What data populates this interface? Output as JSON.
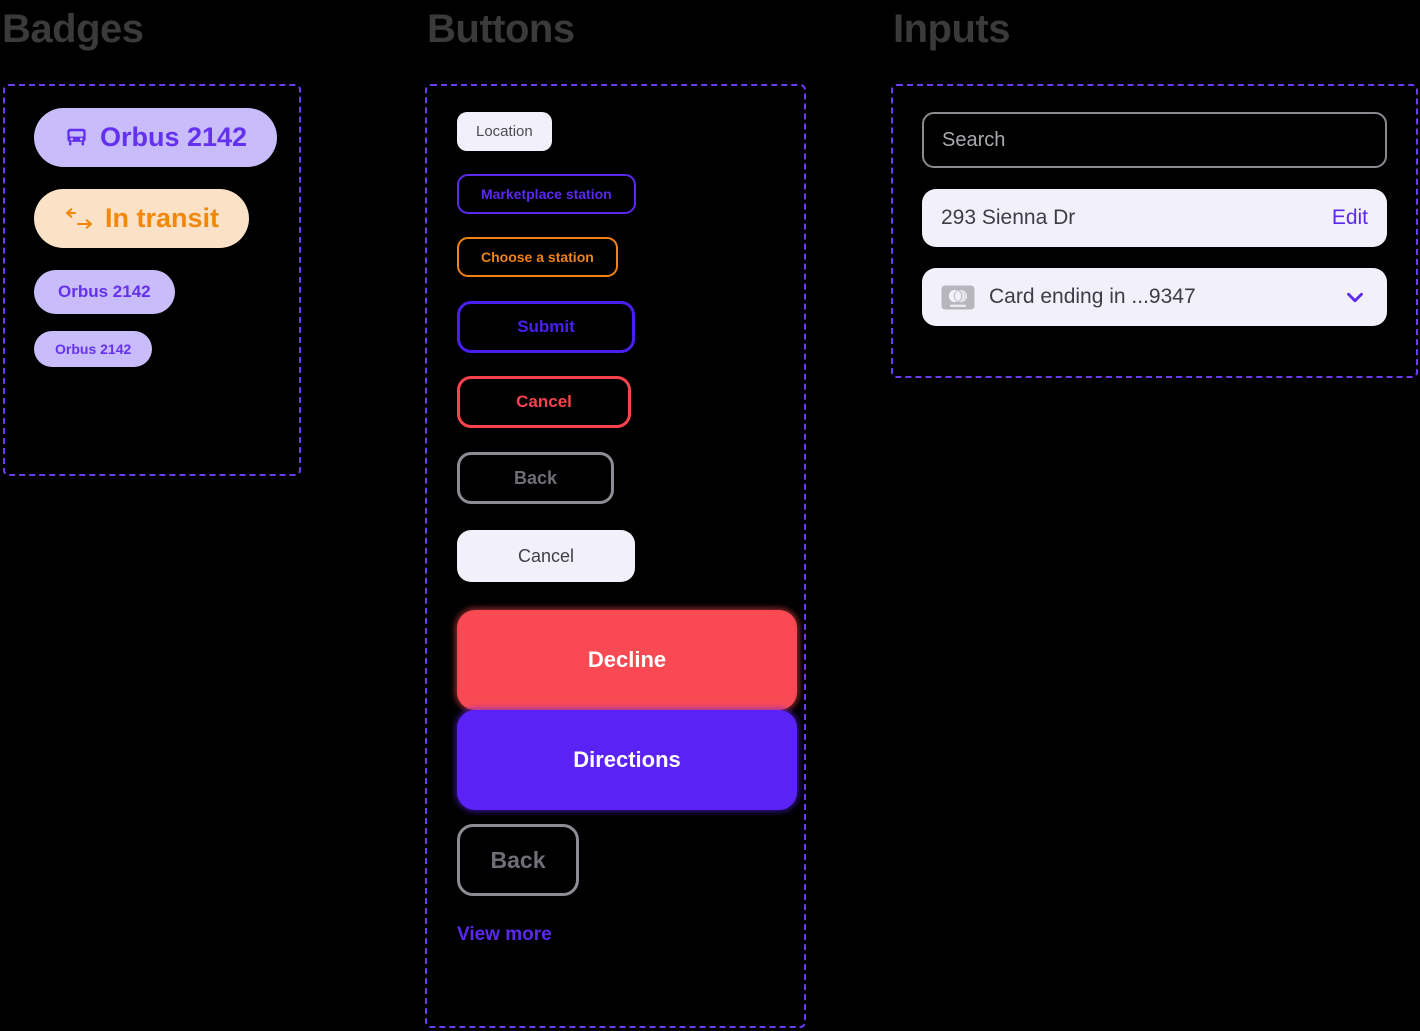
{
  "theme": {
    "background": "#000000",
    "heading_color": "#3a3a3a",
    "dashed_border": "#6c3cf4",
    "purple": "#5b28ee",
    "purple_deep": "#4a1ef0",
    "purple_solid": "#5a22f5",
    "purple_soft_bg": "#c9bcfb",
    "purple_text": "#6431f0",
    "orange": "#f08215",
    "orange_soft_bg": "#fbe2c7",
    "orange_text": "#f2870d",
    "red": "#f9424f",
    "red_solid": "#f94a54",
    "gray_border": "#8c8c93",
    "gray_text": "#6e6e76",
    "chip_bg": "#f2f0fa"
  },
  "badges": {
    "title": "Badges",
    "items": [
      {
        "label": "Orbus 2142",
        "icon": "bus-icon",
        "size": "lg",
        "variant": "purple"
      },
      {
        "label": "In transit",
        "icon": "transit-arrows-icon",
        "size": "lg",
        "variant": "orange"
      },
      {
        "label": "Orbus 2142",
        "icon": null,
        "size": "md",
        "variant": "purple"
      },
      {
        "label": "Orbus 2142",
        "icon": null,
        "size": "sm",
        "variant": "purple"
      }
    ]
  },
  "buttons": {
    "title": "Buttons",
    "items": [
      {
        "label": "Location",
        "variant": "chip"
      },
      {
        "label": "Marketplace station",
        "variant": "outline-purple-sm"
      },
      {
        "label": "Choose a station",
        "variant": "outline-orange-sm"
      },
      {
        "label": "Submit",
        "variant": "outline-purple"
      },
      {
        "label": "Cancel",
        "variant": "outline-red"
      },
      {
        "label": "Back",
        "variant": "outline-gray"
      },
      {
        "label": "Cancel",
        "variant": "soft"
      },
      {
        "label": "Decline",
        "variant": "solid-red"
      },
      {
        "label": "Directions",
        "variant": "solid-purple"
      },
      {
        "label": "Back",
        "variant": "outline-gray-lg"
      },
      {
        "label": "View more",
        "variant": "link"
      }
    ]
  },
  "inputs": {
    "title": "Inputs",
    "search": {
      "placeholder": "Search",
      "value": ""
    },
    "address": {
      "value": "293 Sienna Dr",
      "action_label": "Edit"
    },
    "card": {
      "value": "Card ending in ...9347",
      "icon": "mastercard-icon",
      "chevron": "chevron-down-icon"
    }
  }
}
